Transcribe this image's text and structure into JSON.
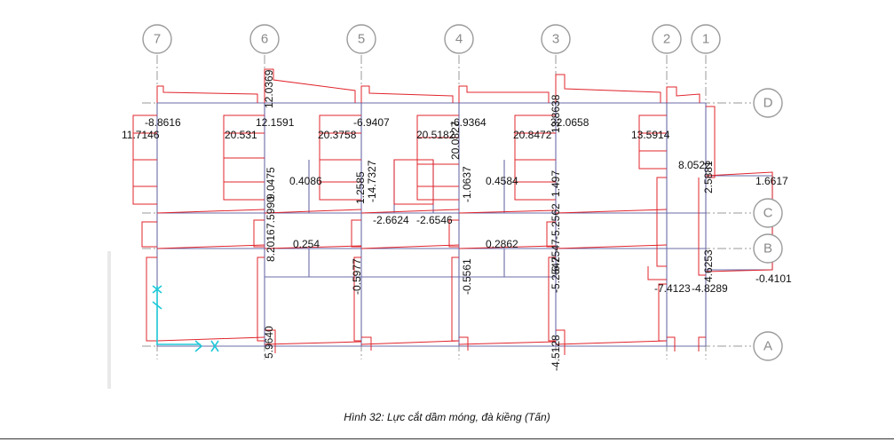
{
  "caption": "Hình 32: Lực cắt dầm móng, đà kiềng (Tấn)",
  "colors": {
    "beam": "#6b6ba8",
    "shear": "#e0242b",
    "grid": "#9a9a9a",
    "support": "#1ec8d8"
  },
  "grid_columns": [
    "7",
    "6",
    "5",
    "4",
    "3",
    "2",
    "1"
  ],
  "grid_rows": [
    "D",
    "C",
    "B",
    "A"
  ],
  "shear_labels": [
    "-8.8616",
    "11.7146",
    "12.1591",
    "20.531",
    "-6.9407",
    "20.3758",
    "-6.9364",
    "20.5182",
    "32.0658",
    "20.8472",
    "13.5914",
    "12.0369",
    "20.0827",
    "13.8638",
    "0.4086",
    "0.4584",
    "1.6617",
    "8.0522",
    "2.5881",
    "-2.6624",
    "-2.6546",
    "0.254",
    "0.2862",
    "-7.4123",
    "-4.8289",
    "-0.4101",
    "-14.7327",
    "1.2585",
    "-1.0637",
    "-5.2562",
    "1.497",
    "-5.2547",
    "-6.2547",
    "8.2016",
    "7.5990",
    "9.0475",
    "-0.5977",
    "-0.5561",
    "5.9640",
    "-4.5128",
    "4.6253"
  ]
}
